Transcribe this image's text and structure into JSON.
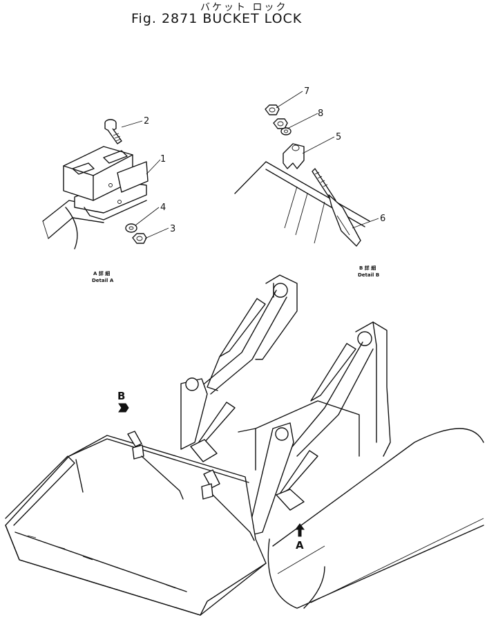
{
  "title": {
    "japanese": "バケット ロック",
    "english": "Fig. 2871  BUCKET LOCK"
  },
  "callouts": {
    "c1": "1",
    "c2": "2",
    "c3": "3",
    "c4": "4",
    "c5": "5",
    "c6": "6",
    "c7": "7",
    "c8": "8"
  },
  "details": {
    "a": {
      "jp": "A 詳 細",
      "en": "Detail A"
    },
    "b": {
      "jp": "B 詳 細",
      "en": "Detail B"
    }
  },
  "view_markers": {
    "a": "A",
    "b": "B"
  }
}
